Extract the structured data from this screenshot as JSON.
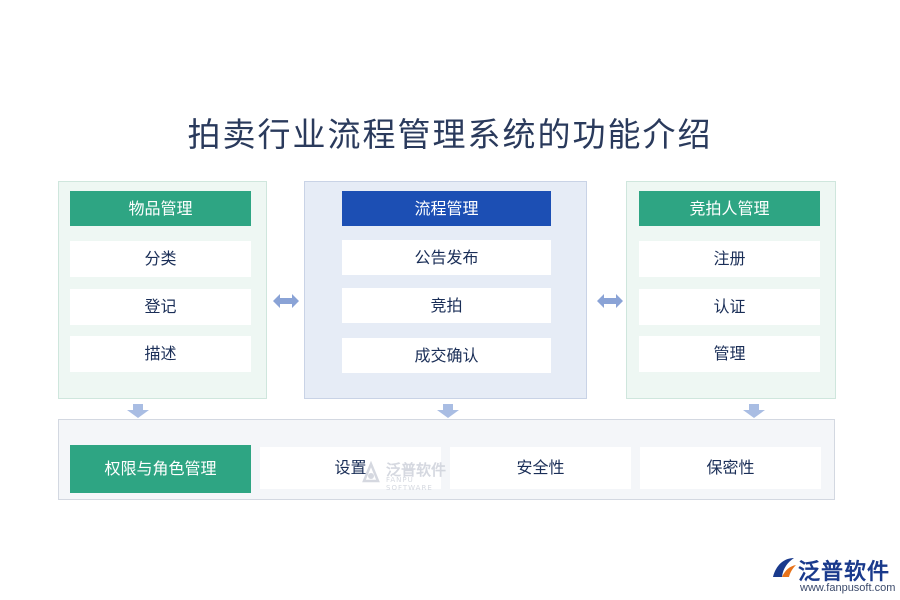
{
  "title": "拍卖行业流程管理系统的功能介绍",
  "modules": {
    "left": {
      "header": "物品管理",
      "items": [
        "分类",
        "登记",
        "描述"
      ]
    },
    "middle": {
      "header": "流程管理",
      "items": [
        "公告发布",
        "竞拍",
        "成交确认"
      ]
    },
    "right": {
      "header": "竞拍人管理",
      "items": [
        "注册",
        "认证",
        "管理"
      ]
    }
  },
  "bottom": {
    "header": "权限与角色管理",
    "items": [
      "设置",
      "安全性",
      "保密性"
    ]
  },
  "watermark": {
    "brand": "泛普软件",
    "sub": "FANPU SOFTWARE"
  },
  "logo": {
    "brand": "泛普软件",
    "url": "www.fanpusoft.com"
  },
  "colors": {
    "green_header": "#2ea583",
    "blue_header": "#1c4fb4",
    "title_text": "#2a3a5c",
    "arrow": "#8aa3d6"
  }
}
